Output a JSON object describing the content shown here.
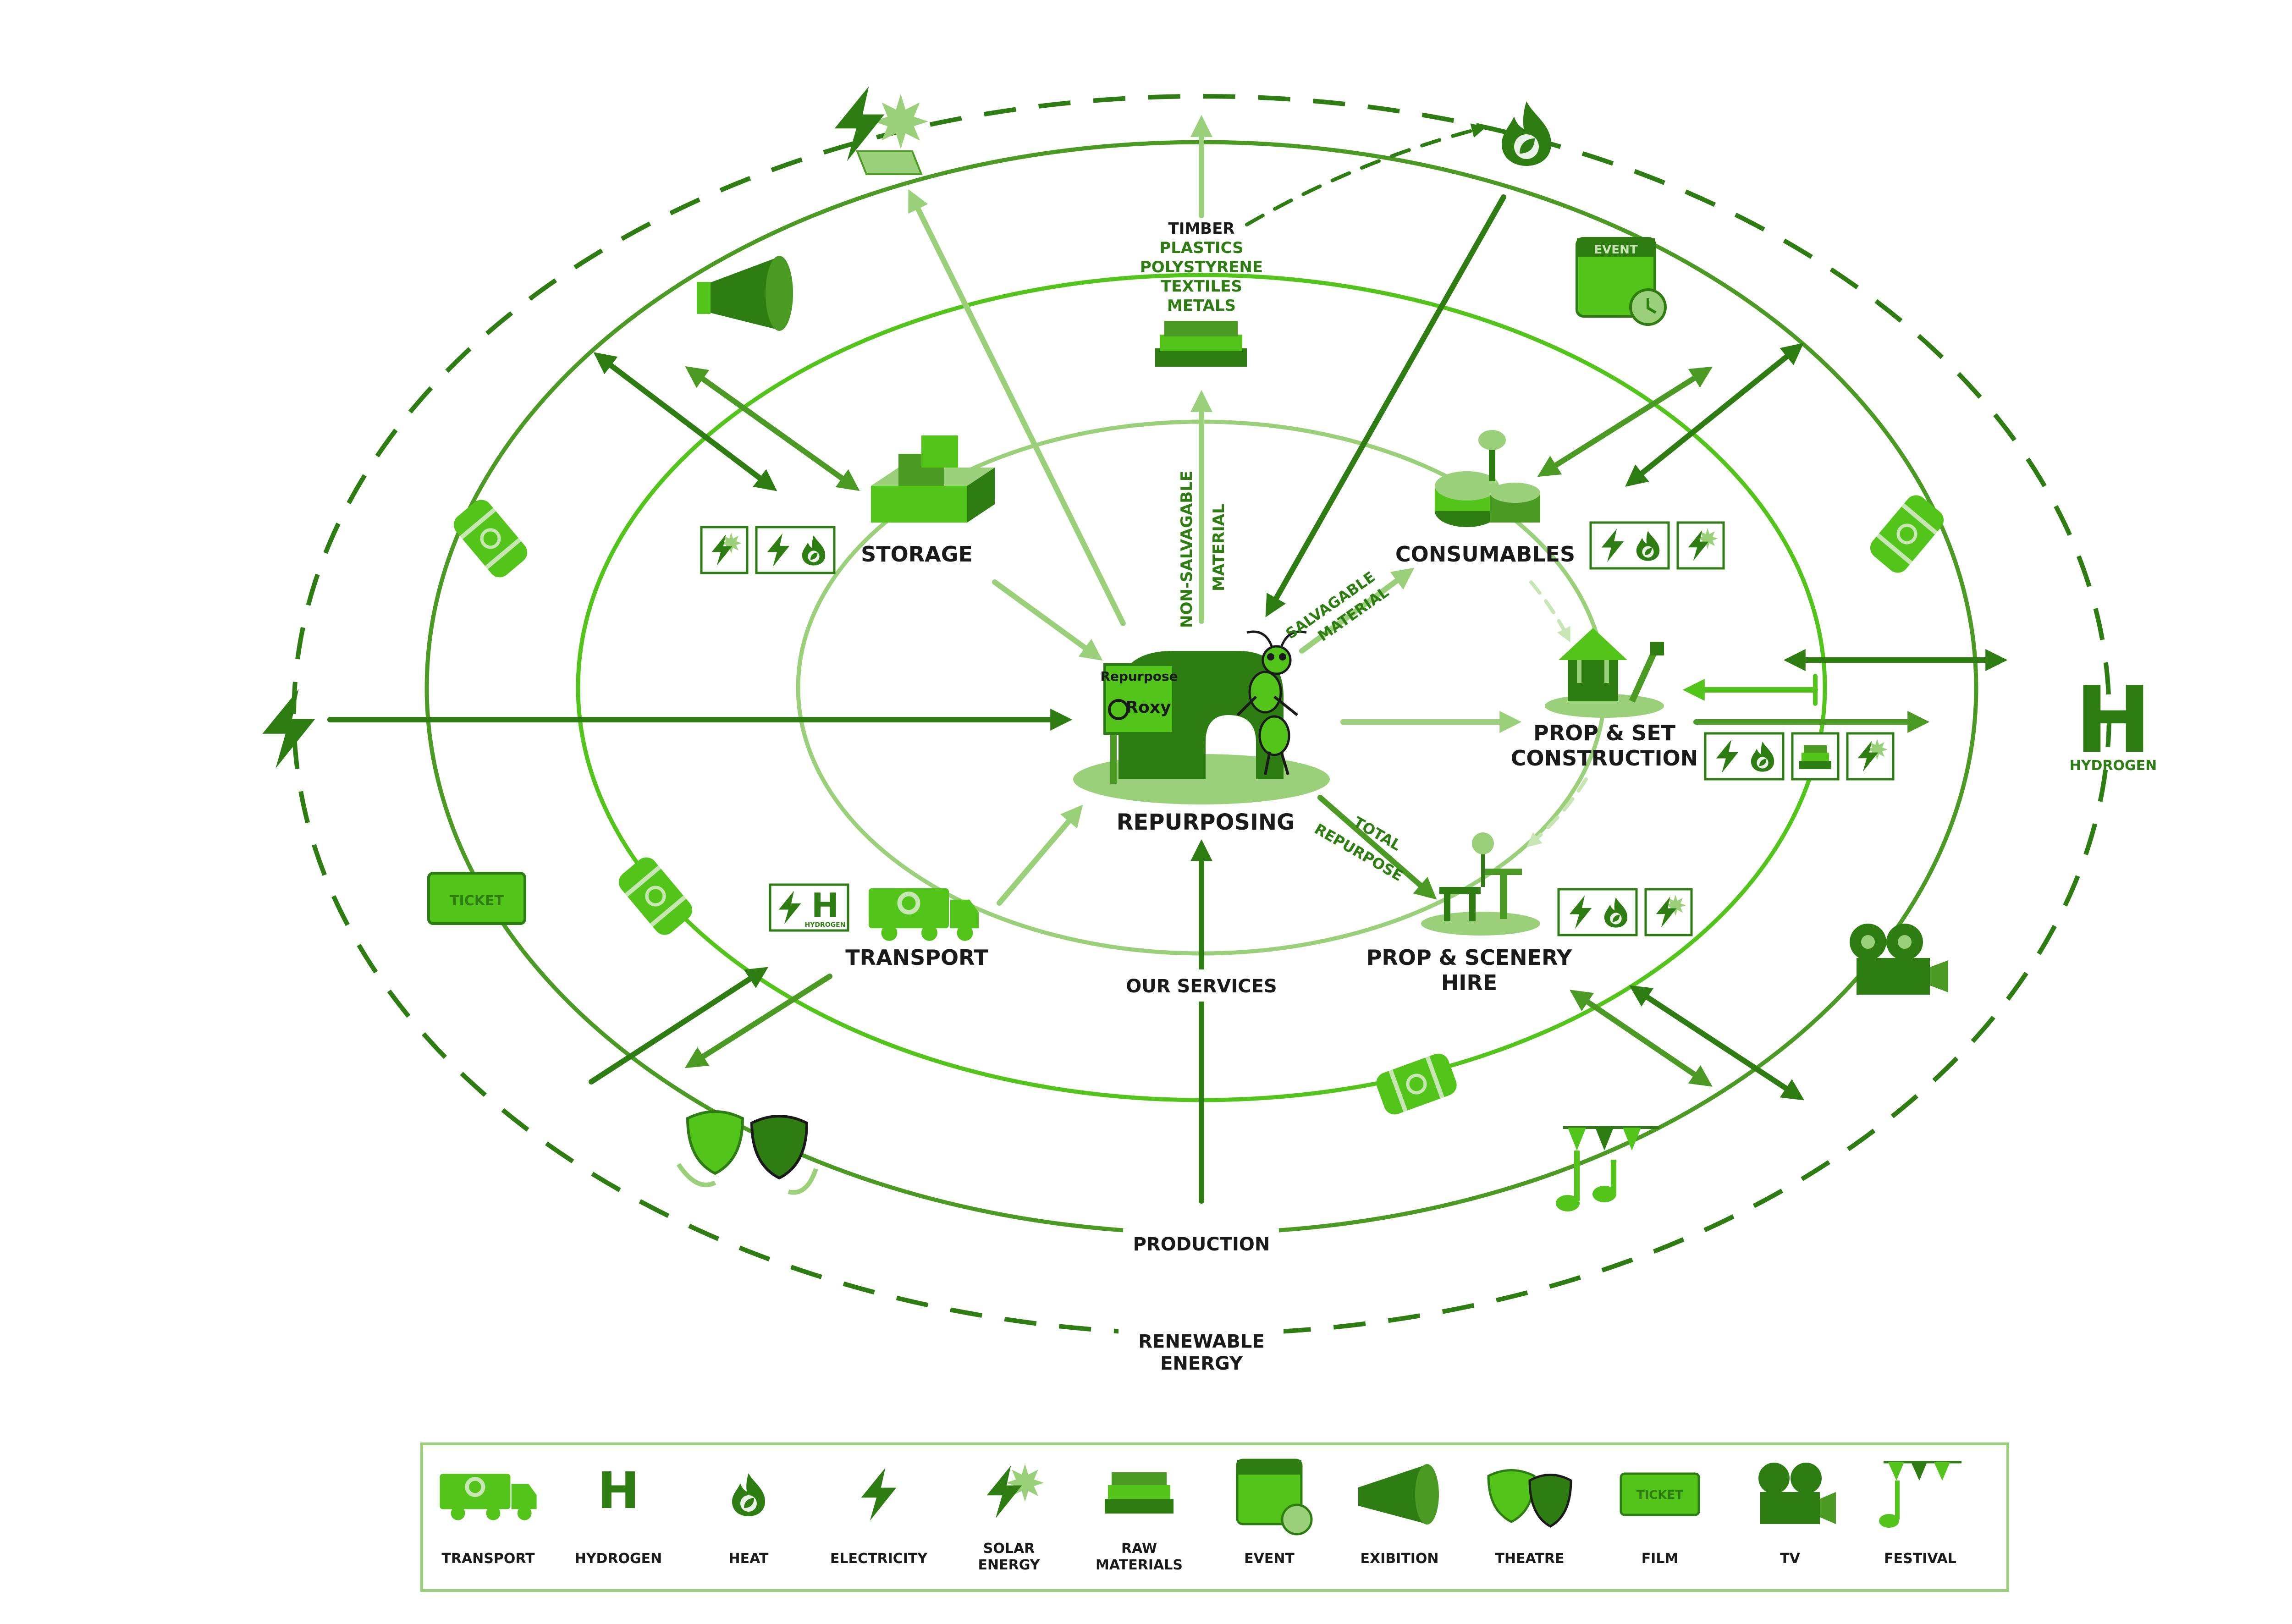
{
  "colors": {
    "dark": "#2e7d12",
    "mid": "#4a9a24",
    "bright": "#52c41a",
    "light": "#9ad07a",
    "pale": "#c8e6b4",
    "text": "#1a1a1a"
  },
  "center": {
    "label": "REPURPOSING",
    "sign_top": "Repurpose",
    "sign_brand": "Roxy"
  },
  "services": {
    "storage": "STORAGE",
    "consumables": "CONSUMABLES",
    "prop_set_line1": "PROP & SET",
    "prop_set_line2": "CONSTRUCTION",
    "prop_hire_line1": "PROP & SCENERY",
    "prop_hire_line2": "HIRE",
    "transport": "TRANSPORT"
  },
  "flows": {
    "non_salvagable_line1": "NON-SALVAGABLE",
    "non_salvagable_line2": "MATERIAL",
    "salvagable_line1": "SALVAGABLE",
    "salvagable_line2": "MATERIAL",
    "total_line1": "TOTAL",
    "total_line2": "REPURPOSE"
  },
  "materials": [
    "TIMBER",
    "PLASTICS",
    "POLYSTYRENE",
    "TEXTILES",
    "METALS"
  ],
  "rings": {
    "services": "OUR SERVICES",
    "production": "PRODUCTION",
    "renewable_line1": "RENEWABLE",
    "renewable_line2": "ENERGY"
  },
  "hydrogen": {
    "letter": "H",
    "word": "HYDROGEN"
  },
  "transport_badge": {
    "letter": "H",
    "word": "HYDROGEN"
  },
  "event_word": "EVENT",
  "ticket_word": "TICKET",
  "legend": [
    {
      "label": "TRANSPORT",
      "icon": "truck-icon"
    },
    {
      "label": "HYDROGEN",
      "icon": "hydrogen-icon"
    },
    {
      "label": "HEAT",
      "icon": "flame-leaf-icon"
    },
    {
      "label": "ELECTRICITY",
      "icon": "lightning-icon"
    },
    {
      "label": "SOLAR",
      "label2": "ENERGY",
      "icon": "solar-icon"
    },
    {
      "label": "RAW",
      "label2": "MATERIALS",
      "icon": "raw-materials-icon"
    },
    {
      "label": "EVENT",
      "icon": "event-calendar-icon"
    },
    {
      "label": "EXIBITION",
      "icon": "megaphone-icon"
    },
    {
      "label": "THEATRE",
      "icon": "theatre-masks-icon"
    },
    {
      "label": "FILM",
      "icon": "ticket-icon"
    },
    {
      "label": "TV",
      "icon": "camera-icon"
    },
    {
      "label": "FESTIVAL",
      "icon": "festival-icon"
    }
  ]
}
